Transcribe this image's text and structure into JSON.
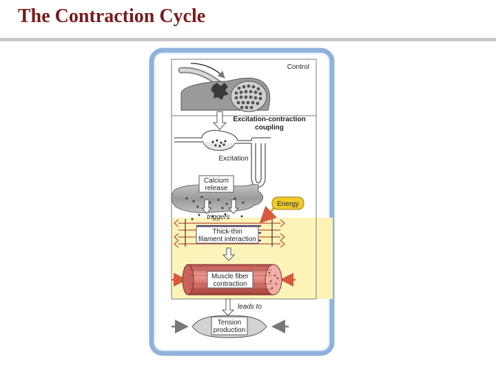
{
  "slide": {
    "title": "The Contraction Cycle"
  },
  "diagram": {
    "control": "Control",
    "ecc_line1": "Excitation-contraction",
    "ecc_line2": "coupling",
    "excitation": "Excitation",
    "calcium_line1": "Calcium",
    "calcium_line2": "release",
    "energy": "Energy",
    "triggers": "triggers",
    "thickthin_line1": "Thick-thin",
    "thickthin_line2": "filament interaction",
    "muscle_line1": "Muscle fiber",
    "muscle_line2": "contraction",
    "leads_to": "leads to",
    "tension_line1": "Tension",
    "tension_line2": "production"
  },
  "colors": {
    "title": "#7a1a1a",
    "frame_blue": "#8fb2dc",
    "energy_zone": "#fdf3b8",
    "energy_box": "#f2cb2a",
    "muscle": "#d9807a",
    "arrow_red": "#d85a3c"
  }
}
